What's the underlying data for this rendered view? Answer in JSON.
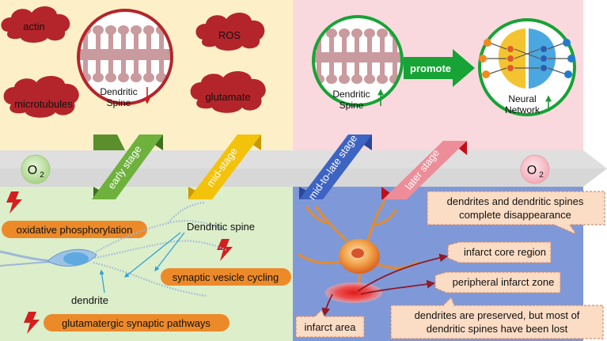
{
  "clouds": {
    "actin": "actin",
    "microtubules": "microtubules",
    "ros": "ROS",
    "glutamate": "glutamate"
  },
  "spine_left": {
    "line1": "Dendritic",
    "line2": "Spine",
    "trend": "down"
  },
  "spine_right": {
    "line1": "Dendritic",
    "line2": "Spine",
    "trend": "up"
  },
  "promote": "promote",
  "network": {
    "line1": "Neural",
    "line2": "Network",
    "trend": "up"
  },
  "oxygen": {
    "left": "O",
    "right": "O",
    "subscript": "2"
  },
  "stages": [
    "early stage",
    "mid-stage",
    "mid-to-late stage",
    "later stage"
  ],
  "pathways": {
    "oxidative": "oxidative phosphorylation",
    "vesicle": "synaptic vesicle cycling",
    "glutamatergic": "glutamatergic synaptic pathways"
  },
  "neuron_labels": {
    "dendritic_spine": "Dendritic spine",
    "dendrite": "dendrite"
  },
  "infarct_notes": {
    "disappearance_1": "dendrites and dendritic spines",
    "disappearance_2": "complete disappearance",
    "core": "infarct core region",
    "peripheral": "peripheral infarct zone",
    "preserved_1": "dendrites are preserved, but most of",
    "preserved_2": "dendritic spines have been lost",
    "area": "infarct area"
  },
  "colors": {
    "panel_top_left": "#fdf0c8",
    "panel_top_right": "#f9d9de",
    "panel_bottom_left": "#dceeca",
    "panel_bottom_right": "#7f99d8",
    "cloud": "#b4252b",
    "circle": "#17a335",
    "orange_label": "#ec8a2a",
    "note_box": "#fbdcc4",
    "stage_green": "#6eb13d",
    "stage_yellow": "#f3c20b",
    "stage_blue": "#3d63c3",
    "stage_pink": "#ee8d9a"
  }
}
